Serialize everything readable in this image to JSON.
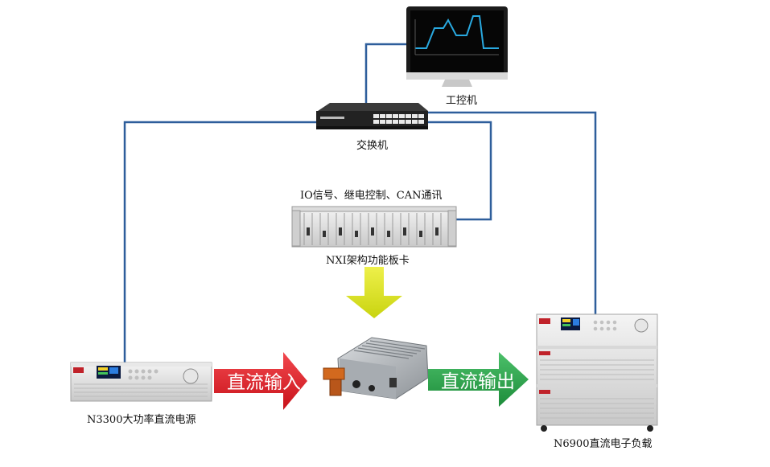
{
  "labels": {
    "ipc": "工控机",
    "switch": "交换机",
    "io_signals": "IO信号、继电控制、CAN通讯",
    "nxi": "NXI架构功能板卡",
    "power_supply": "N3300大功率直流电源",
    "load": "N6900直流电子负载"
  },
  "arrows": {
    "dc_input": "直流输入",
    "dc_output": "直流输出"
  },
  "colors": {
    "wire": "#2e5e9b",
    "input_arrow": "#e31b23",
    "output_arrow": "#2aa14a",
    "down_arrow": "#d8e21a",
    "screen_line": "#29a9e0"
  }
}
